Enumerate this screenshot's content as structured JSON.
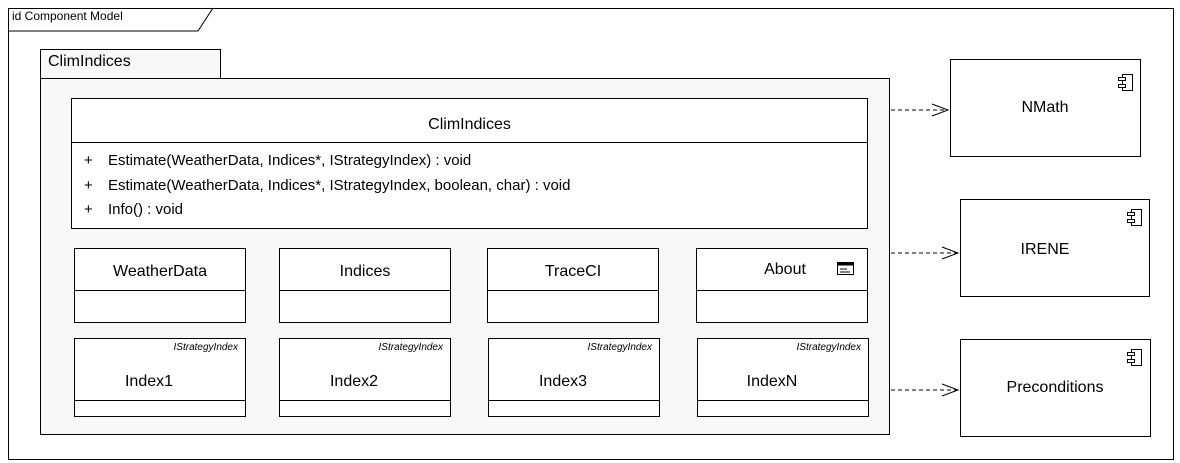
{
  "diagram": {
    "frame_title": "id Component Model",
    "package_name": "ClimIndices",
    "main_class": {
      "name": "ClimIndices",
      "operations": [
        {
          "visibility": "+",
          "signature": "Estimate(WeatherData, Indices*, IStrategyIndex) : void"
        },
        {
          "visibility": "+",
          "signature": "Estimate(WeatherData, Indices*, IStrategyIndex, boolean, char) : void"
        },
        {
          "visibility": "+",
          "signature": "Info() : void"
        }
      ]
    },
    "classes_row1": [
      {
        "name": "WeatherData"
      },
      {
        "name": "Indices"
      },
      {
        "name": "TraceCI"
      },
      {
        "name": "About",
        "icon": "window-form-icon"
      }
    ],
    "classes_row2": [
      {
        "stereotype": "IStrategyIndex",
        "name": "Index1"
      },
      {
        "stereotype": "IStrategyIndex",
        "name": "Index2"
      },
      {
        "stereotype": "IStrategyIndex",
        "name": "Index3"
      },
      {
        "stereotype": "IStrategyIndex",
        "name": "IndexN"
      }
    ],
    "components": [
      {
        "name": "NMath",
        "icon": "component-icon"
      },
      {
        "name": "IRENE",
        "icon": "component-icon"
      },
      {
        "name": "Preconditions",
        "icon": "component-icon"
      }
    ],
    "dependencies": [
      {
        "from": "ClimIndices",
        "to": "NMath",
        "style": "dashed-arrow"
      },
      {
        "from": "ClimIndices",
        "to": "IRENE",
        "style": "dashed-arrow"
      },
      {
        "from": "ClimIndices",
        "to": "Preconditions",
        "style": "dashed-arrow"
      }
    ]
  }
}
